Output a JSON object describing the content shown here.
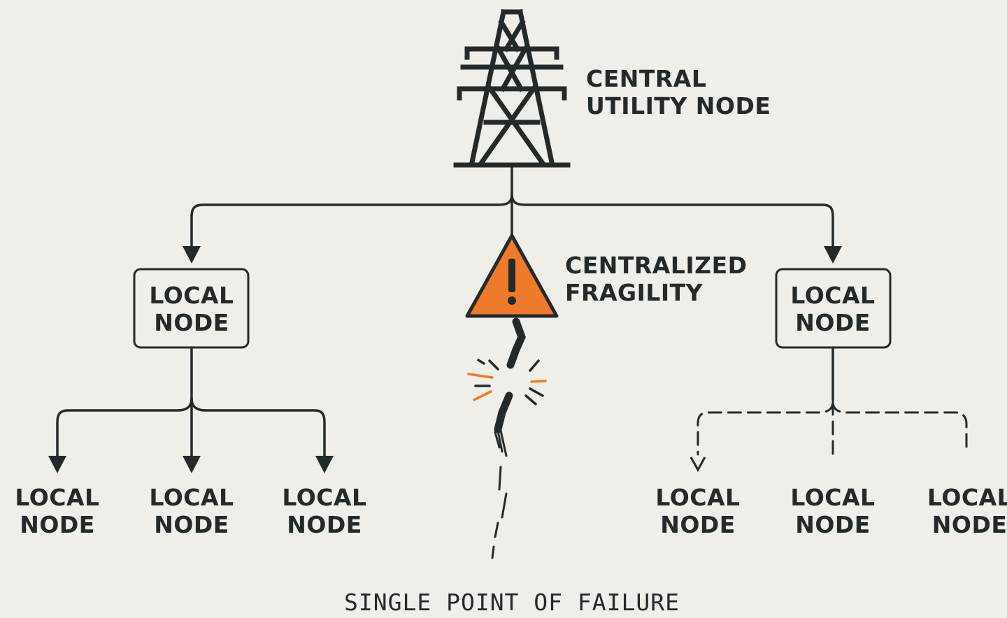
{
  "central": {
    "line1": "CENTRAL",
    "line2": "UTILITY NODE"
  },
  "fragility": {
    "line1": "CENTRALIZED",
    "line2": "FRAGILITY"
  },
  "node": {
    "line1": "LOCAL",
    "line2": "NODE"
  },
  "footer": "SINGLE POINT OF FAILURE",
  "colors": {
    "ink": "#232a2c",
    "warning": "#f07a2c",
    "background": "#efeee8"
  },
  "icons": [
    "transmission-tower-icon",
    "warning-triangle-icon",
    "broken-wire-icon",
    "spark-icon",
    "arrowhead-icon"
  ]
}
